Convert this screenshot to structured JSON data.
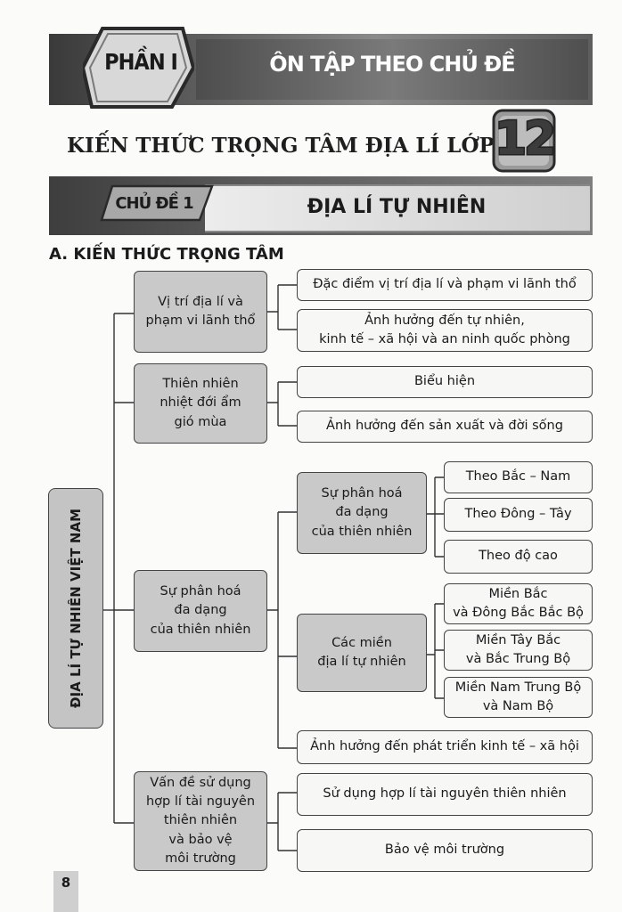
{
  "header": {
    "part_label": "PHẦN I",
    "part_title": "ÔN TẬP THEO CHỦ ĐỀ",
    "main_title": "KIẾN THỨC TRỌNG TÂM ĐỊA LÍ LỚP",
    "grade": "12"
  },
  "topic": {
    "tag": "CHỦ ĐỀ 1",
    "title": "ĐỊA LÍ TỰ NHIÊN"
  },
  "section_heading": "A. KIẾN THỨC TRỌNG TÂM",
  "mindmap": {
    "root": "ĐỊA LÍ TỰ NHIÊN VIỆT NAM",
    "branches": [
      {
        "label": "Vị trí địa lí và\nphạm vi lãnh thổ",
        "children": [
          "Đặc điểm vị trí địa lí và phạm vi lãnh thổ",
          "Ảnh hưởng đến tự nhiên,\nkinh tế – xã hội và an ninh quốc phòng"
        ]
      },
      {
        "label": "Thiên nhiên\nnhiệt đới ẩm\ngió mùa",
        "children": [
          "Biểu hiện",
          "Ảnh hưởng đến sản xuất và đời sống"
        ]
      },
      {
        "label": "Sự phân hoá\nđa dạng\ncủa thiên nhiên",
        "children": [
          {
            "label": "Sự phân hoá\nđa dạng\ncủa thiên nhiên",
            "children": [
              "Theo Bắc – Nam",
              "Theo Đông – Tây",
              "Theo độ cao"
            ]
          },
          {
            "label": "Các miền\nđịa lí tự nhiên",
            "children": [
              "Miền Bắc\nvà Đông Bắc Bắc Bộ",
              "Miền Tây Bắc\nvà Bắc Trung Bộ",
              "Miền Nam Trung Bộ\nvà Nam Bộ"
            ]
          },
          {
            "label": "Ảnh hưởng đến phát triển kinh tế – xã hội"
          }
        ]
      },
      {
        "label": "Vấn đề sử dụng\nhợp lí tài nguyên\nthiên nhiên\nvà bảo vệ\nmôi trường",
        "children": [
          "Sử dụng hợp lí tài nguyên thiên nhiên",
          "Bảo vệ môi trường"
        ]
      }
    ]
  },
  "page_number": "8"
}
